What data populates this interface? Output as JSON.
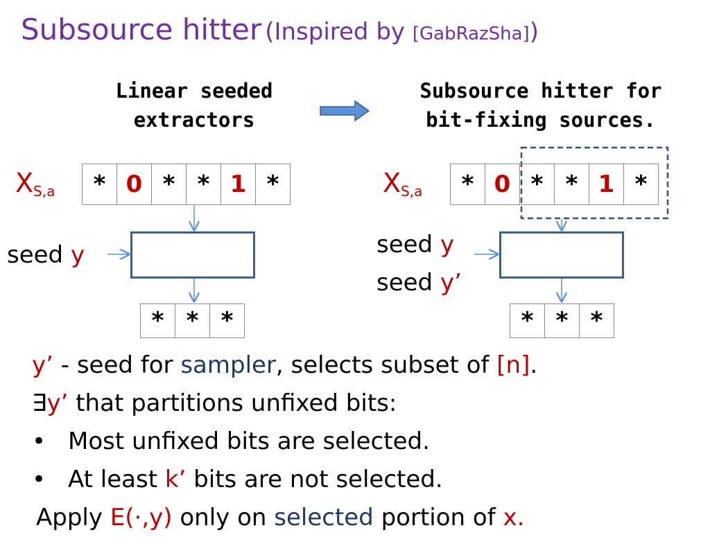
{
  "title": {
    "main": "Subsource hitter",
    "paren_open": "(Inspired by ",
    "ref": "[GabRazSha]",
    "paren_close": ")"
  },
  "left_header": {
    "line1": "Linear seeded",
    "line2": "extractors"
  },
  "right_header": {
    "line1": "Subsource hitter for",
    "line2": "bit-fixing sources."
  },
  "source_label": {
    "var": "X",
    "sub": "S,a"
  },
  "source_cells": [
    {
      "text": "*",
      "red": false
    },
    {
      "text": "0",
      "red": true
    },
    {
      "text": "*",
      "red": false
    },
    {
      "text": "*",
      "red": false
    },
    {
      "text": "1",
      "red": true
    },
    {
      "text": "*",
      "red": false
    }
  ],
  "output_cells": [
    "*",
    "*",
    "*"
  ],
  "left_seed": {
    "word": "seed",
    "var": "y"
  },
  "right_seeds": [
    {
      "word": "seed",
      "var": "y"
    },
    {
      "word": "seed",
      "var": "y’"
    }
  ],
  "text": {
    "l1_var": "y’",
    "l1_a": " - seed for ",
    "l1_sampler": "sampler",
    "l1_b": ", selects subset of ",
    "l1_n": "[n]",
    "l1_end": ".",
    "l2_exists": "∃",
    "l2_var": "y’",
    "l2_rest": " that partitions unfixed bits:",
    "bullet": "•",
    "b1": "Most unfixed bits are selected.",
    "b2_a": "At least ",
    "b2_k": "k’",
    "b2_b": " bits are not selected.",
    "l5_a": "Apply ",
    "l5_E": "E(·,y)",
    "l5_b": " only on ",
    "l5_selected": "selected",
    "l5_c": " portion of ",
    "l5_x": "x."
  },
  "colors": {
    "title": "#7030a0",
    "accent_red": "#c00000",
    "accent_blue": "#1f3864",
    "box_border": "#3a5f8a",
    "arrow_fill": "#5b8fd6",
    "dashed_box": "#2f4f80"
  }
}
